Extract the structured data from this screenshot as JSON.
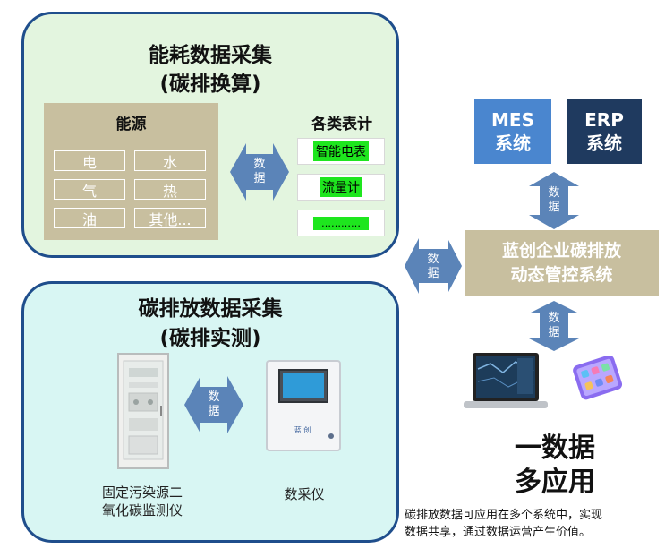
{
  "energy_panel": {
    "title": "能耗数据采集",
    "subtitle": "(碳排换算)",
    "sources_title": "能源",
    "sources": [
      "电",
      "水",
      "气",
      "热",
      "油",
      "其他..."
    ],
    "meters_title": "各类表计",
    "meters": [
      "智能电表",
      "流量计",
      "…………"
    ],
    "arrow_label_1": "数",
    "arrow_label_2": "据"
  },
  "carbon_panel": {
    "title": "碳排放数据采集",
    "subtitle": "(碳排实测)",
    "device1_caption_1": "固定污染源二",
    "device1_caption_2": "氧化碳监测仪",
    "device2_caption": "数采仪",
    "device2_logo_text": "蓝 创",
    "arrow_label_1": "数",
    "arrow_label_2": "据"
  },
  "systems": {
    "mes_line1": "MES",
    "mes_line2": "系统",
    "erp_line1": "ERP",
    "erp_line2": "系统",
    "mes_color": "#4a86cf",
    "erp_color": "#1f3a5f"
  },
  "center_system": {
    "line1": "蓝创企业碳排放",
    "line2": "动态管控系统"
  },
  "arrows": {
    "label_1": "数",
    "label_2": "据"
  },
  "footer": {
    "headline_1": "一数据",
    "headline_2": "多应用",
    "desc_1": "碳排放数据可应用在多个系统中，实现",
    "desc_2": "数据共享，通过数据运营产生价值。"
  },
  "colors": {
    "panel_border": "#1f4e8c",
    "arrow": "#5b84b8",
    "source_box": "#c8bf9f",
    "meter_highlight": "#1ee61e"
  }
}
